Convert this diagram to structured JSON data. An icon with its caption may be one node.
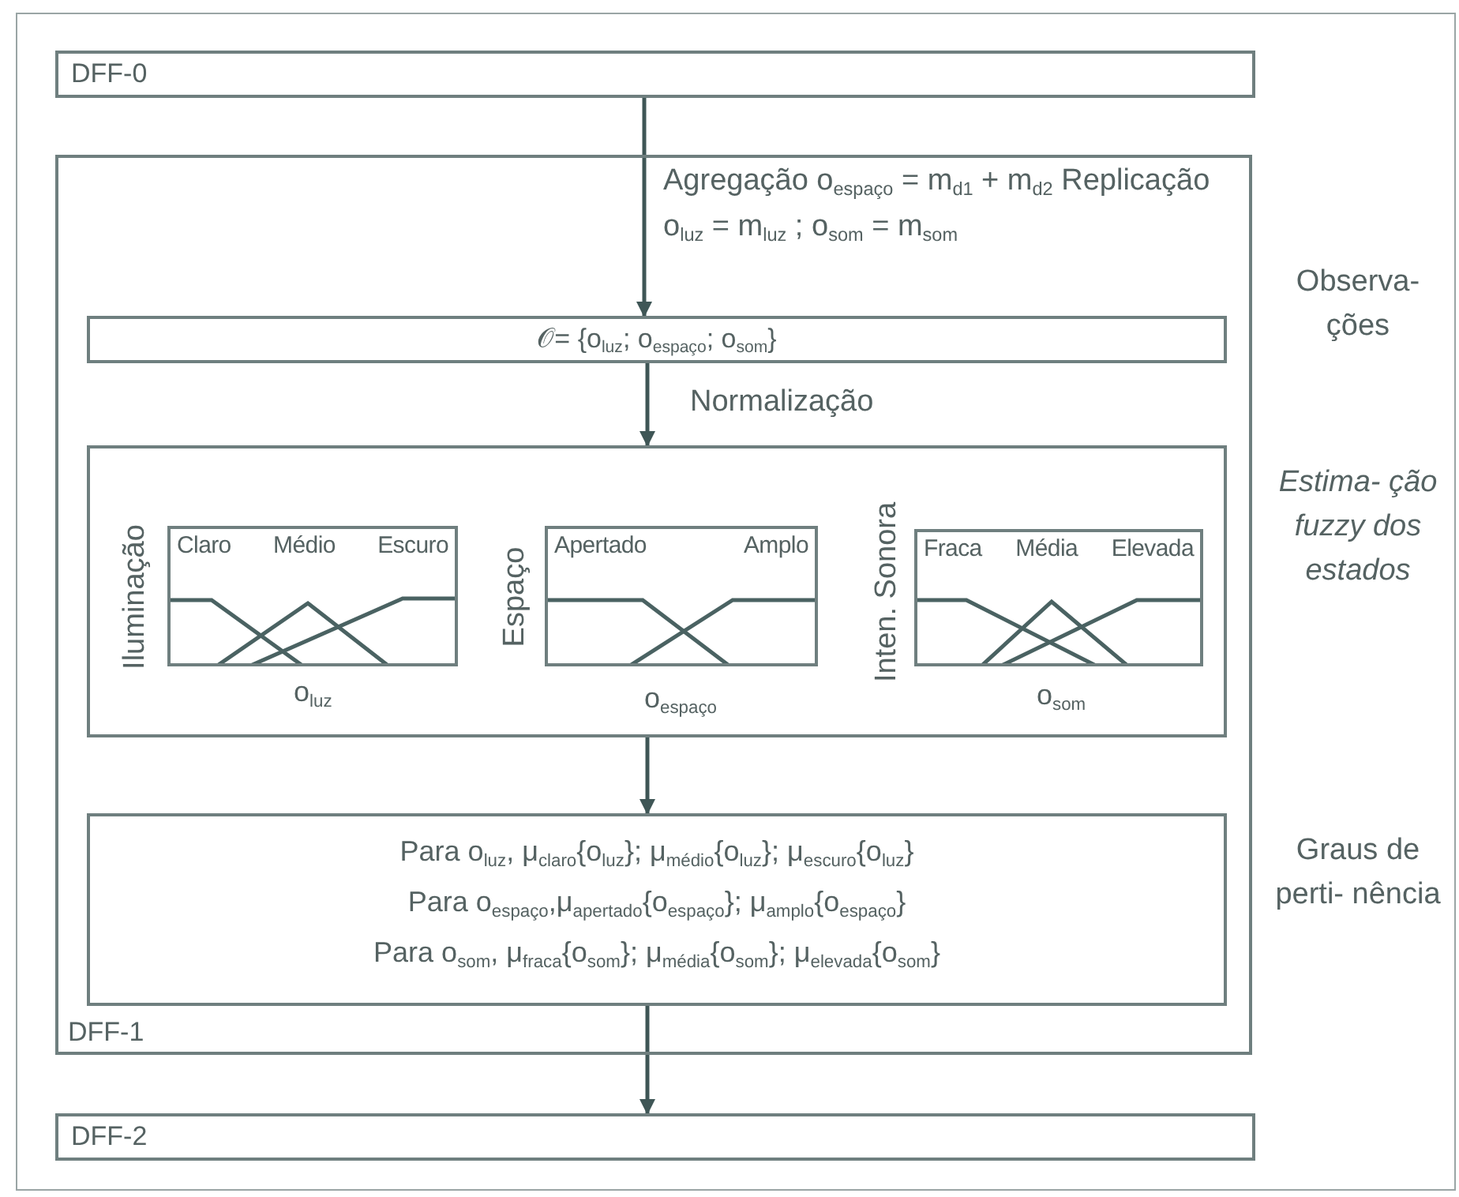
{
  "diagram": {
    "nodes": [
      {
        "text": [
          "DFF-0"
        ]
      },
      {
        "text": [
          "DFF-1"
        ]
      },
      {
        "text": [
          "𝒪= {o$_{luz}$; o$_{espaço}$; o$_{som}$}"
        ],
        "in": 1
      },
      {
        "text": [],
        "shape": "box",
        "in": 1
      },
      {
        "text": [
          "Claro Médio Escuro"
        ],
        "beside": [
          "Iluminação",
          "o$_{luz}$"
        ],
        "in": 3
      },
      {
        "text": [
          "Apertado Amplo"
        ],
        "beside": [
          "Espaço",
          "o$_{espaço}$"
        ],
        "in": 3
      },
      {
        "text": [
          "Fraca Média Elevada"
        ],
        "beside": [
          "Inten. Sonora",
          "o$_{som}$"
        ],
        "in": 3
      },
      {
        "text": [
          "Para o$_{luz}$, μ$_{claro}${o$_{luz}$}; μ$_{médio}${o$_{luz}$}; μ$_{escuro}${o$_{luz}$}",
          "Para o$_{espaço}$,μ$_{apertado}${o$_{espaço}$}; μ$_{amplo}${o$_{espaço}$}",
          "Para o$_{som}$, μ$_{fraca}${o$_{som}$}; μ$_{média}${o$_{som}$}; μ$_{elevada}${o$_{som}$}"
        ],
        "in": 1
      },
      {
        "text": [
          "DFF-2"
        ]
      }
    ],
    "edges": [
      {
        "from": 0,
        "to": 2,
        "arrow": "to",
        "label": "Agregação o$_{espaço}$ = m$_{d1}$ + m$_{d2}$ Replicação o$_{luz}$ = m$_{luz}$ ; o$_{som}$ = m$_{som}$"
      },
      {
        "from": 2,
        "to": 3,
        "arrow": "to",
        "label": "Normalização"
      },
      {
        "from": 3,
        "to": 7,
        "arrow": "to"
      },
      {
        "from": 7,
        "to": 8,
        "arrow": "to"
      }
    ],
    "labels": [
      "Observa- ções",
      "Estima- ção fuzzy dos estados",
      "Graus de perti- nência"
    ]
  }
}
